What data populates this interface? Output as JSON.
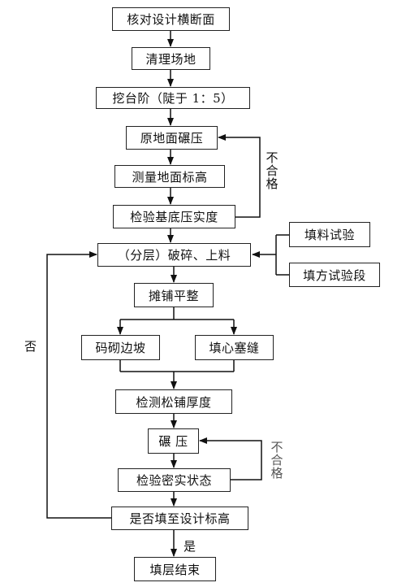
{
  "steps": {
    "s1": "核对设计横断面",
    "s2": "清理场地",
    "s3": "挖台阶（陡于 1：5）",
    "s4": "原地面碾压",
    "s5": "测量地面标高",
    "s6": "检验基底压实度",
    "s7": "（分层）破碎、上料",
    "s8": "摊铺平整",
    "s9a": "码砌边坡",
    "s9b": "填心塞缝",
    "s10": "检测松铺厚度",
    "s11": "碾 压",
    "s12": "检验密实状态",
    "s13": "是否填至设计标高",
    "s14": "填层结束"
  },
  "side_inputs": {
    "a": "填料试验",
    "b": "填方试验段"
  },
  "labels": {
    "fail_1": "不合格",
    "fail_2": "不合格",
    "no": "否",
    "yes": "是"
  }
}
